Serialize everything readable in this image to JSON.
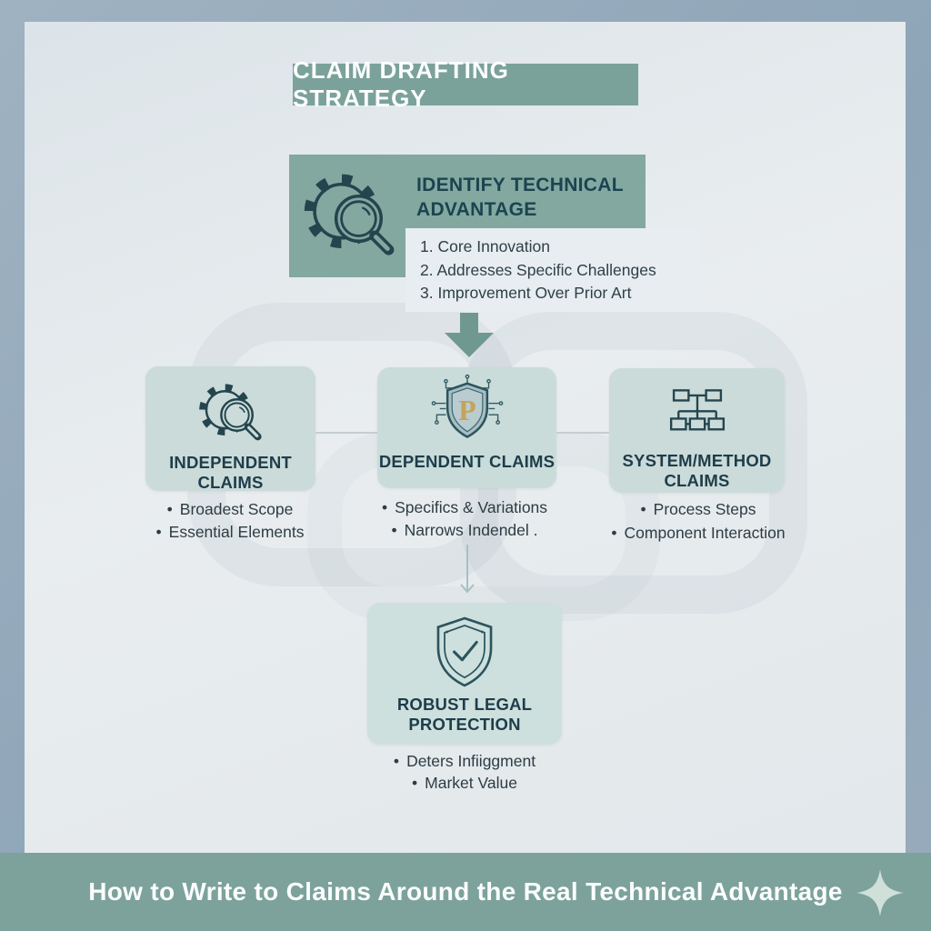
{
  "header": {
    "title": "CLAIM DRAFTING STRATEGY"
  },
  "identify": {
    "icon": "gear-magnifier-icon",
    "title": "IDENTIFY TECHNICAL ADVANTAGE",
    "items": [
      "1. Core Innovation",
      "2. Addresses Specific Challenges",
      "3. Improvement Over Prior Art"
    ]
  },
  "claims": [
    {
      "icon": "gear-magnifier-icon",
      "title": "INDEPENDENT CLAIMS",
      "bullets": [
        "Broadest Scope",
        "Essential Elements"
      ]
    },
    {
      "icon": "shield-p-circuit-icon",
      "title": "DEPENDENT CLAIMS",
      "bullets": [
        "Specifics & Variations",
        "Narrows Indendel ."
      ]
    },
    {
      "icon": "flowchart-icon",
      "title": "SYSTEM/METHOD CLAIMS",
      "bullets": [
        "Process Steps",
        "Component Interaction"
      ]
    }
  ],
  "outcome": {
    "icon": "shield-check-icon",
    "title": "ROBUST LEGAL PROTECTION",
    "bullets": [
      "Deters Infiiggment",
      "Market Value"
    ]
  },
  "footer": {
    "caption": "How to Write to Claims Around the Real Technical Advantage",
    "icon": "sparkle-icon"
  },
  "colors": {
    "accent_teal": "#7CA29B",
    "identify_fill": "#83A8A0",
    "card_fill": "#CBDBD9",
    "icon_stroke": "#24454E",
    "gold_p": "#C8A356",
    "panel": "#E3E9ED",
    "frame": "#93A8BA",
    "arrow": "#6E9890"
  }
}
